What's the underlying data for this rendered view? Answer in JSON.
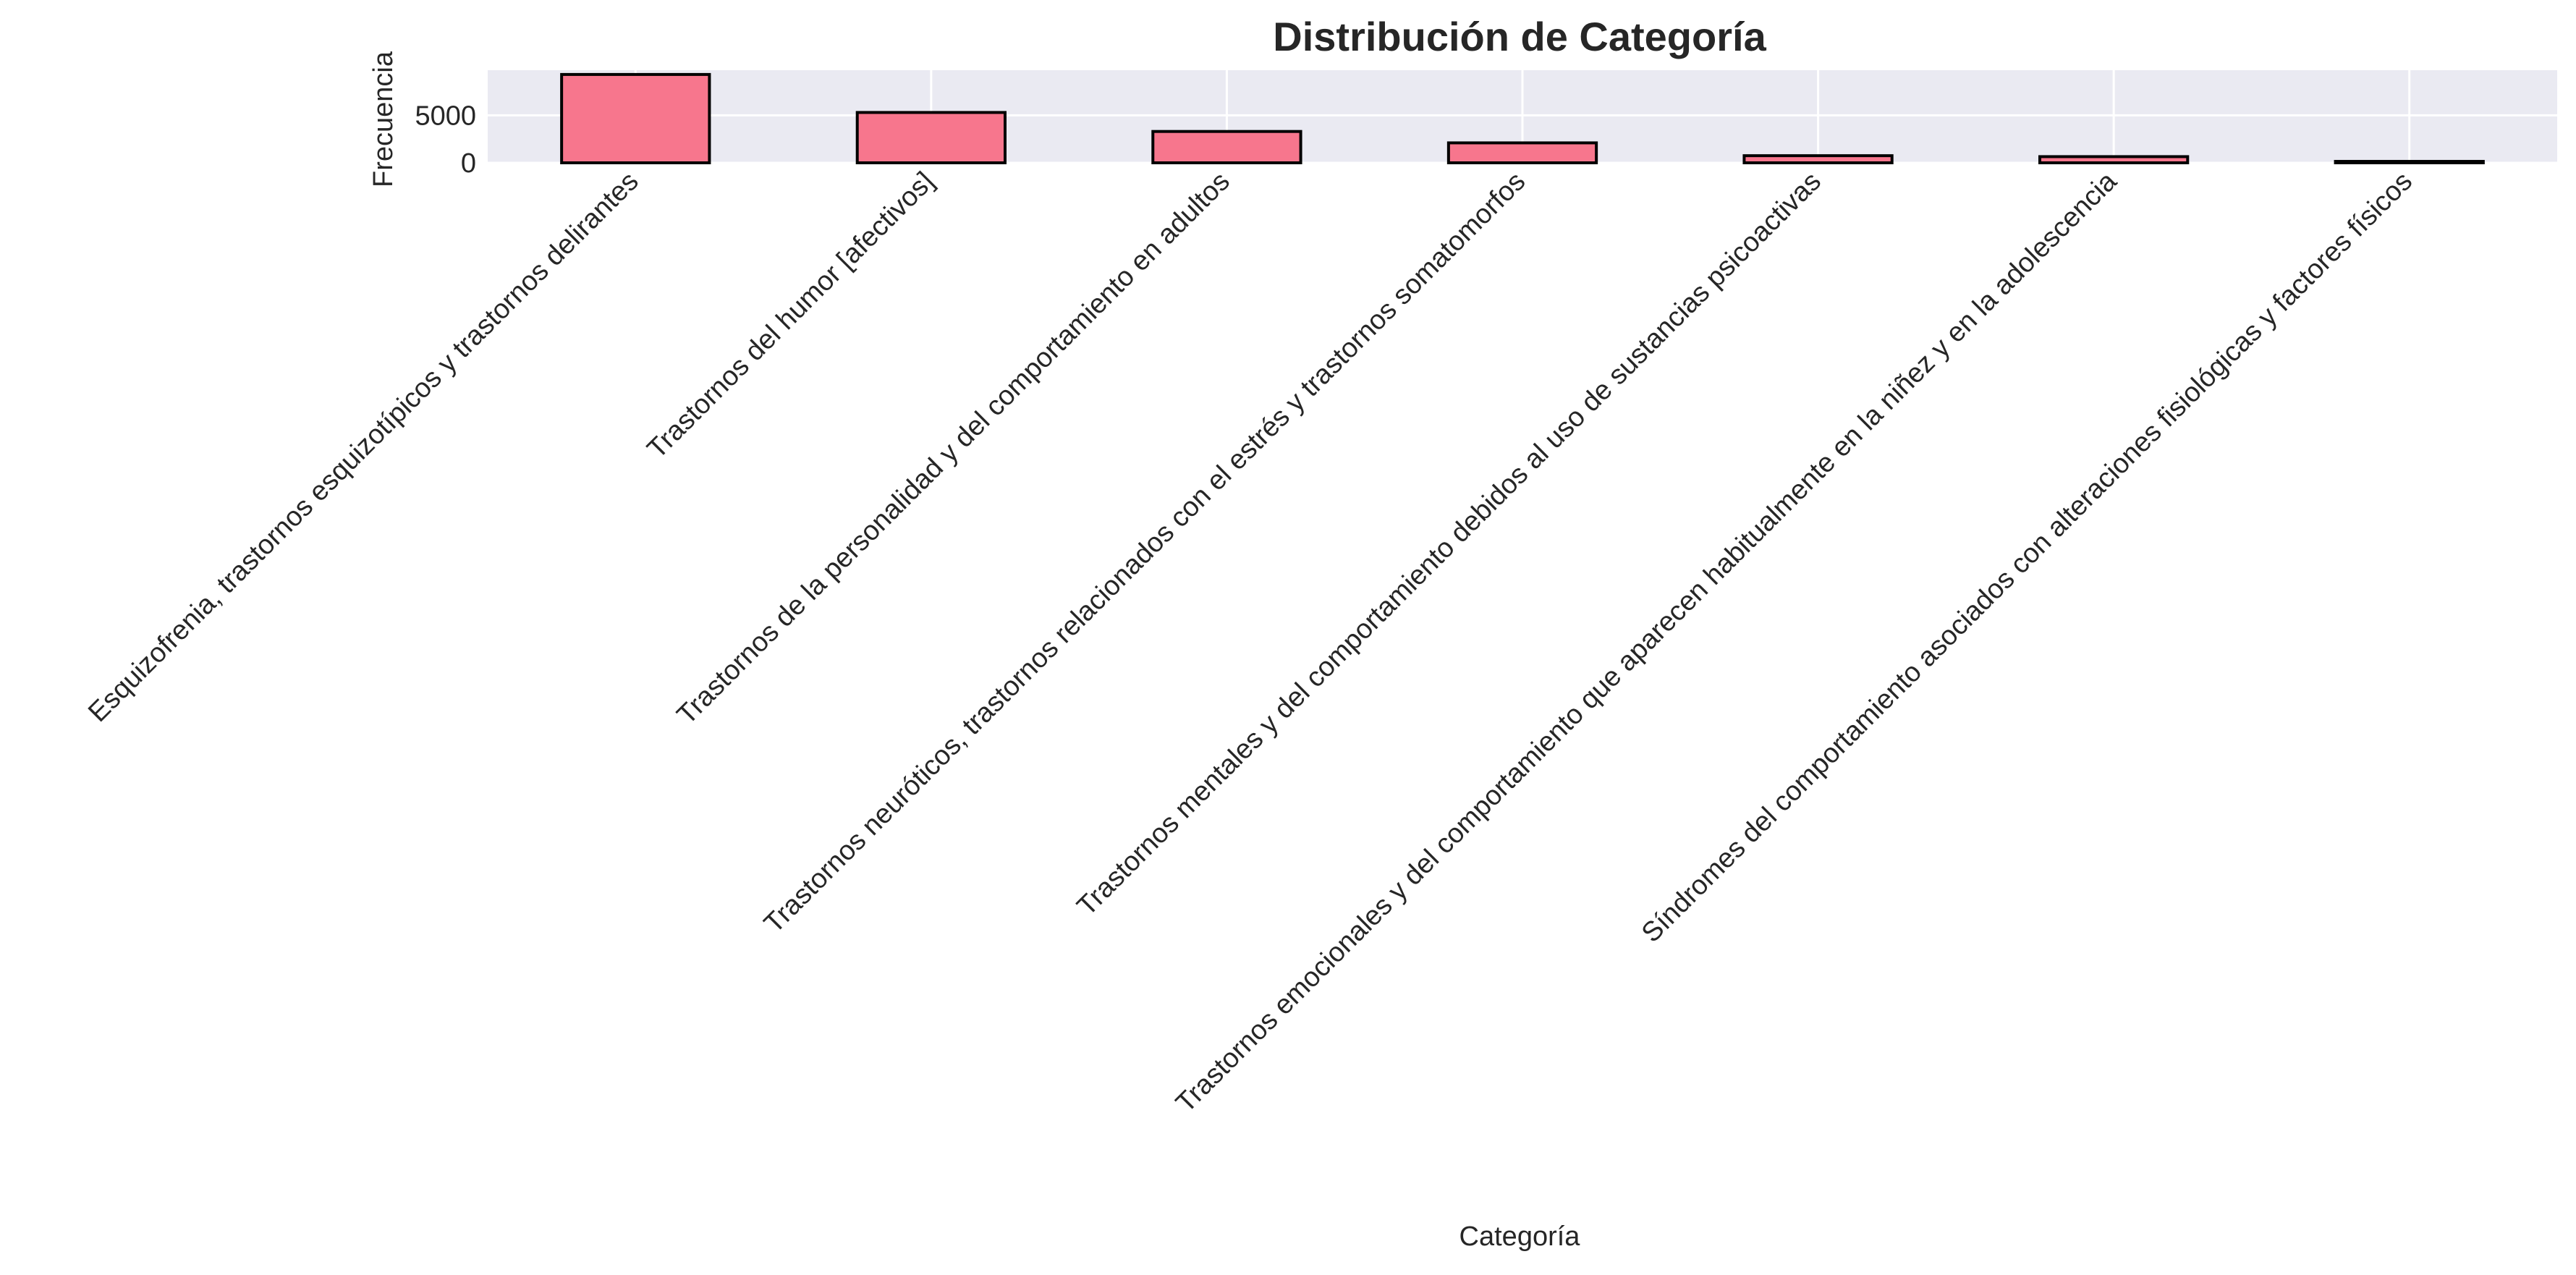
{
  "chart_data": {
    "type": "bar",
    "title": "Distribución de Categoría",
    "xlabel": "Categoría",
    "ylabel": "Frecuencia",
    "categories": [
      "Esquizofrenia, trastornos esquizotípicos y trastornos delirantes",
      "Trastornos del humor [afectivos]",
      "Trastornos de la personalidad y del comportamiento en adultos",
      "Trastornos neuróticos, trastornos relacionados con el estrés y trastornos somatomorfos",
      "Trastornos mentales y del comportamiento debidos al uso de sustancias psicoactivas",
      "Trastornos emocionales y del comportamiento que aparecen habitualmente en la niñez y en la adolescencia",
      "Síndromes del comportamiento asociados con alteraciones fisiológicas y factores físicos"
    ],
    "values": [
      9300,
      5300,
      3300,
      2100,
      750,
      650,
      150
    ],
    "yticks": [
      0,
      5000
    ],
    "ylim": [
      0,
      9750
    ],
    "grid": true,
    "colors": {
      "bar_fill": "#f7768d",
      "bar_edge": "#000000",
      "plot_background": "#eaeaf2",
      "grid": "#ffffff",
      "text": "#262626"
    }
  }
}
